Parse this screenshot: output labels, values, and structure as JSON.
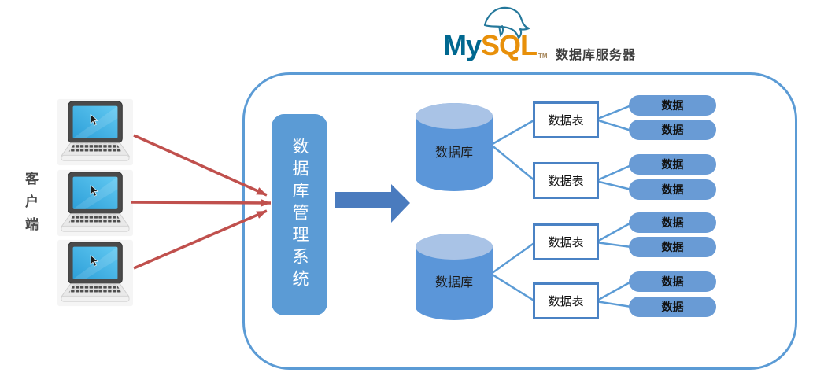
{
  "logo": {
    "my": "My",
    "sql": "SQL",
    "tm": "TM",
    "server_label": "数据库服务器",
    "dolphin_icon": "mysql-dolphin-icon"
  },
  "client": {
    "label": "客户端",
    "computer_count": 3,
    "computer_icon": "laptop-icon"
  },
  "dbms": {
    "label": "数据库管理系统"
  },
  "server": {
    "groups": [
      {
        "database_label": "数据库",
        "tables": [
          {
            "label": "数据表",
            "data": [
              "数据",
              "数据"
            ]
          },
          {
            "label": "数据表",
            "data": [
              "数据",
              "数据"
            ]
          }
        ]
      },
      {
        "database_label": "数据库",
        "tables": [
          {
            "label": "数据表",
            "data": [
              "数据",
              "数据"
            ]
          },
          {
            "label": "数据表",
            "data": [
              "数据",
              "数据"
            ]
          }
        ]
      }
    ]
  },
  "colors": {
    "accent_blue": "#5B9BD5",
    "cylinder_body": "#5B96D9",
    "cylinder_top": "#A9C3E6",
    "pill_blue": "#699BD5",
    "table_border_blue": "#4A82C4",
    "block_arrow_blue": "#4A7BBE",
    "client_arrow_red": "#C0504D",
    "logo_teal": "#006890",
    "logo_orange": "#E8900A"
  }
}
